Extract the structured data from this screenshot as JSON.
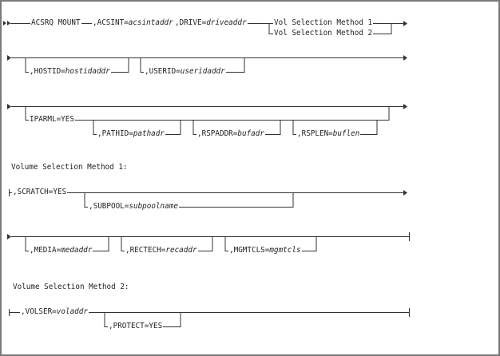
{
  "main": {
    "command": "ACSRQ MOUNT",
    "acsint": {
      "kw": ",ACSINT=",
      "var": "acsintaddr"
    },
    "drive": {
      "kw": ",DRIVE=",
      "var": "driveaddr"
    },
    "vol1": "Vol Selection Method 1",
    "vol2": "Vol Selection Method 2",
    "hostid": {
      "kw": ",HOSTID=",
      "var": "hostidaddr"
    },
    "userid": {
      "kw": ",USERID=",
      "var": "useridaddr"
    },
    "iparml": "IPARML=YES",
    "pathid": {
      "kw": ",PATHID=",
      "var": "pathadr"
    },
    "rspaddr": {
      "kw": ",RSPADDR=",
      "var": "bufadr"
    },
    "rsplen": {
      "kw": ",RSPLEN=",
      "var": "buflen"
    }
  },
  "method1": {
    "title": "Volume Selection Method 1:",
    "scratch": ",SCRATCH=YES",
    "subpool": {
      "kw": ",SUBPOOL=",
      "var": "subpoolname"
    },
    "media": {
      "kw": ",MEDIA=",
      "var": "medaddr"
    },
    "rectech": {
      "kw": ",RECTECH=",
      "var": "recaddr"
    },
    "mgmtcls": {
      "kw": ",MGMTCLS=",
      "var": "mgmtcls"
    }
  },
  "method2": {
    "title": "Volume Selection Method 2:",
    "volser": {
      "kw": ",VOLSER=",
      "var": "voladdr"
    },
    "protect": ",PROTECT=YES"
  }
}
